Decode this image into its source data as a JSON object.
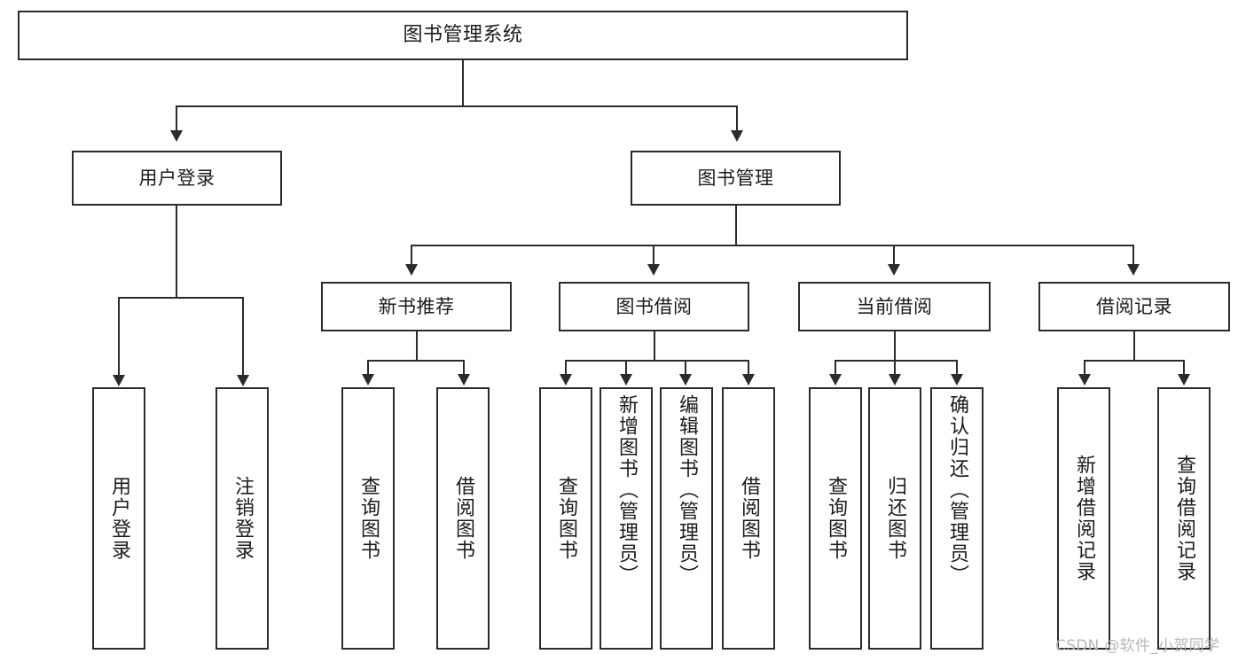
{
  "diagram": {
    "title_node": {
      "label": "图书管理系统"
    },
    "level2": [
      {
        "id": "user-login",
        "label": "用户登录"
      },
      {
        "id": "book-management",
        "label": "图书管理"
      }
    ],
    "level3": [
      {
        "id": "new-book-recommend",
        "label": "新书推荐"
      },
      {
        "id": "book-borrow",
        "label": "图书借阅"
      },
      {
        "id": "current-borrow",
        "label": "当前借阅"
      },
      {
        "id": "borrow-record",
        "label": "借阅记录"
      }
    ],
    "leaves": [
      {
        "id": "leaf-user-login",
        "label": "用户登录"
      },
      {
        "id": "leaf-logout-login",
        "label": "注销登录"
      },
      {
        "id": "leaf-query-book-1",
        "label": "查询图书"
      },
      {
        "id": "leaf-borrow-book-1",
        "label": "借阅图书"
      },
      {
        "id": "leaf-query-book-2",
        "label": "查询图书"
      },
      {
        "id": "leaf-add-book",
        "label": "新增图书（管理员）"
      },
      {
        "id": "leaf-edit-book",
        "label": "编辑图书（管理员）"
      },
      {
        "id": "leaf-borrow-book-2",
        "label": "借阅图书"
      },
      {
        "id": "leaf-query-book-3",
        "label": "查询图书"
      },
      {
        "id": "leaf-return-book",
        "label": "归还图书"
      },
      {
        "id": "leaf-confirm-return",
        "label": "确认归还（管理员）"
      },
      {
        "id": "leaf-add-borrow-record",
        "label": "新增借阅记录"
      },
      {
        "id": "leaf-query-borrow-record",
        "label": "查询借阅记录"
      }
    ]
  },
  "watermark": {
    "text": "CSDN @软件_小贺同学"
  },
  "colors": {
    "stroke": "#2b2b2b",
    "background": "#ffffff",
    "text": "#1b1b1b",
    "watermark": "#b8b8b8"
  }
}
